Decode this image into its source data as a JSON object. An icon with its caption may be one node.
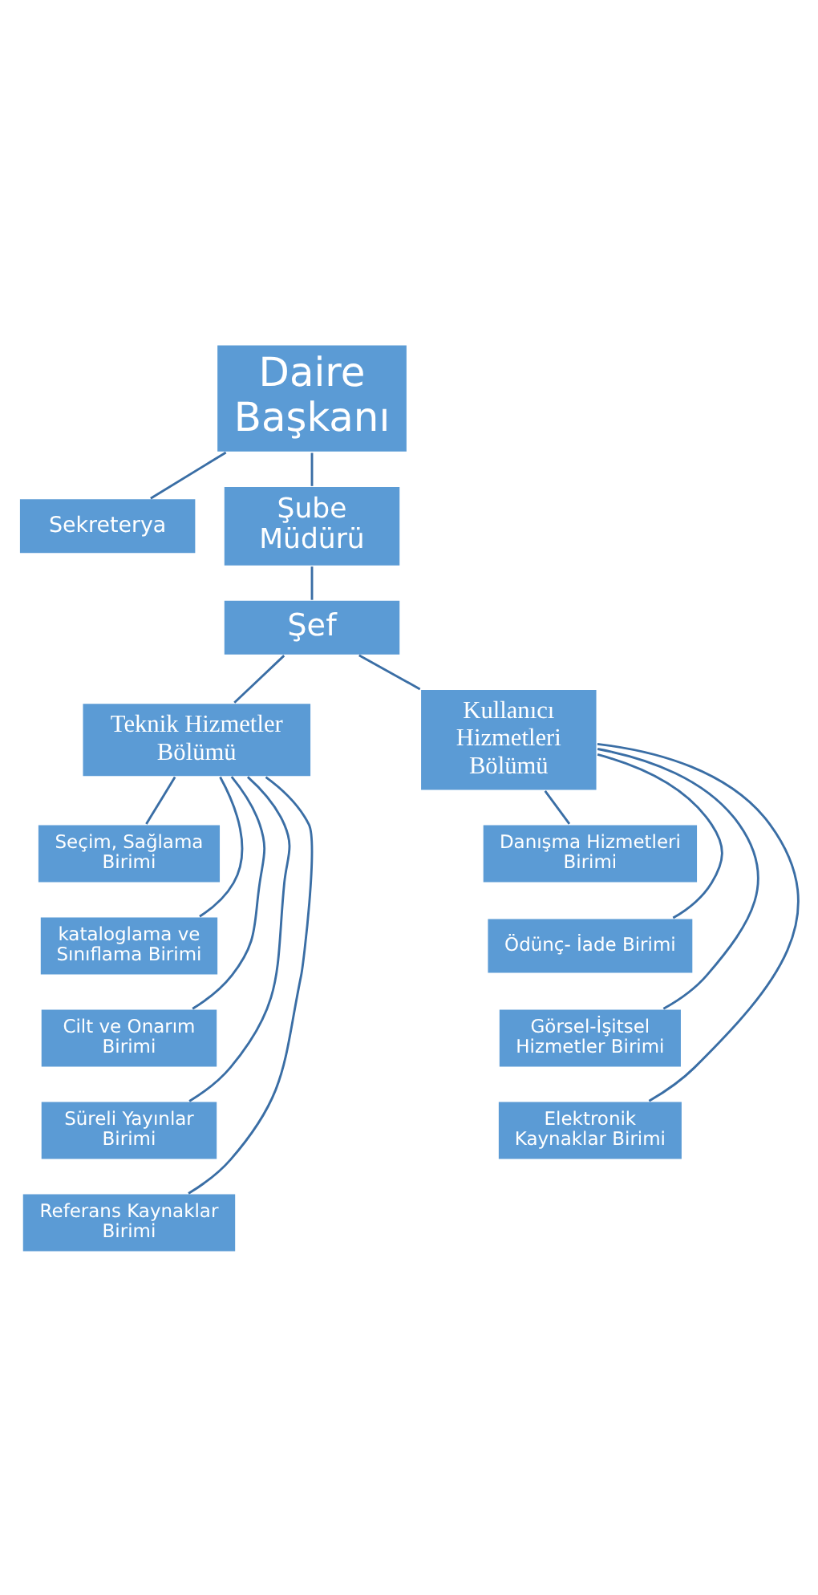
{
  "diagram": {
    "nodes": [
      {
        "text": [
          "Daire Başkanı"
        ]
      },
      {
        "text": [
          "Sekreterya"
        ]
      },
      {
        "text": [
          "Şube Müdürü"
        ]
      },
      {
        "text": [
          "Şef"
        ]
      },
      {
        "text": [
          "Teknik Hizmetler Bölümü"
        ]
      },
      {
        "text": [
          "Kullanıcı Hizmetleri Bölümü"
        ]
      },
      {
        "text": [
          "Seçim, Sağlama Birimi"
        ]
      },
      {
        "text": [
          "kataloglama ve Sınıflama Birimi"
        ]
      },
      {
        "text": [
          "Cilt ve Onarım Birimi"
        ]
      },
      {
        "text": [
          "Süreli Yayınlar Birimi"
        ]
      },
      {
        "text": [
          "Referans Kaynaklar Birimi"
        ]
      },
      {
        "text": [
          "Danışma Hizmetleri Birimi"
        ]
      },
      {
        "text": [
          "Ödünç- İade Birimi"
        ]
      },
      {
        "text": [
          "Görsel-İşitsel Hizmetler Birimi"
        ]
      },
      {
        "text": [
          "Elektronik Kaynaklar Birimi"
        ]
      }
    ],
    "edges": [
      {
        "from": 0,
        "to": 1,
        "arrow": "none"
      },
      {
        "from": 0,
        "to": 2,
        "arrow": "none"
      },
      {
        "from": 2,
        "to": 3,
        "arrow": "none"
      },
      {
        "from": 3,
        "to": 4,
        "arrow": "none"
      },
      {
        "from": 3,
        "to": 5,
        "arrow": "none"
      },
      {
        "from": 4,
        "to": 6,
        "arrow": "none"
      },
      {
        "from": 4,
        "to": 7,
        "arrow": "none"
      },
      {
        "from": 4,
        "to": 8,
        "arrow": "none"
      },
      {
        "from": 4,
        "to": 9,
        "arrow": "none"
      },
      {
        "from": 4,
        "to": 10,
        "arrow": "none"
      },
      {
        "from": 5,
        "to": 11,
        "arrow": "none"
      },
      {
        "from": 5,
        "to": 12,
        "arrow": "none"
      },
      {
        "from": 5,
        "to": 13,
        "arrow": "none"
      },
      {
        "from": 5,
        "to": 14,
        "arrow": "none"
      }
    ]
  }
}
